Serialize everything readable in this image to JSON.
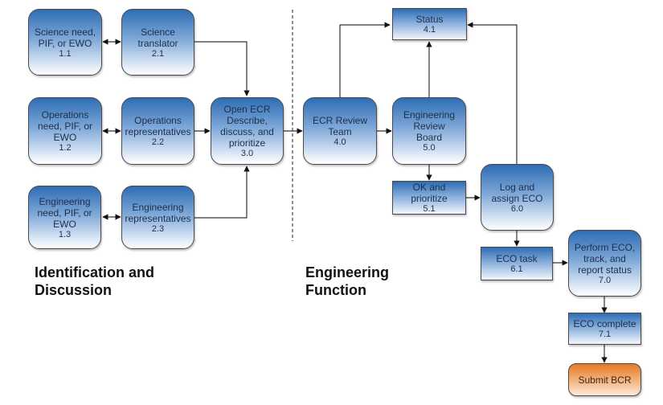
{
  "nodes": {
    "n11": {
      "label": "Science need, PIF, or EWO",
      "id": "1.1"
    },
    "n21": {
      "label": "Science translator",
      "id": "2.1"
    },
    "n12": {
      "label": "Operations need, PIF, or EWO",
      "id": "1.2"
    },
    "n22": {
      "label": "Operations representatives",
      "id": "2.2"
    },
    "n30": {
      "label": "Open ECR Describe, discuss, and prioritize",
      "id": "3.0"
    },
    "n13": {
      "label": "Engineering need, PIF, or EWO",
      "id": "1.3"
    },
    "n23": {
      "label": "Engineering representatives",
      "id": "2.3"
    },
    "n40": {
      "label": "ECR Review Team",
      "id": "4.0"
    },
    "n41": {
      "label": "Status",
      "id": "4.1"
    },
    "n50": {
      "label": "Engineering Review Board",
      "id": "5.0"
    },
    "n51": {
      "label": "OK and prioritize",
      "id": "5.1"
    },
    "n60": {
      "label": "Log and assign ECO",
      "id": "6.0"
    },
    "n61": {
      "label": "ECO task",
      "id": "6.1"
    },
    "n70": {
      "label": "Perform ECO, track, and report status",
      "id": "7.0"
    },
    "n71": {
      "label": "ECO complete",
      "id": "7.1"
    },
    "submit": {
      "label": "Submit BCR"
    }
  },
  "sections": {
    "left": "Identification and Discussion",
    "right": "Engineering Function"
  },
  "colors": {
    "box_top": "#2e6db4",
    "box_bottom": "#ffffff",
    "final_box": "#e57a25",
    "connector": "#333333"
  }
}
